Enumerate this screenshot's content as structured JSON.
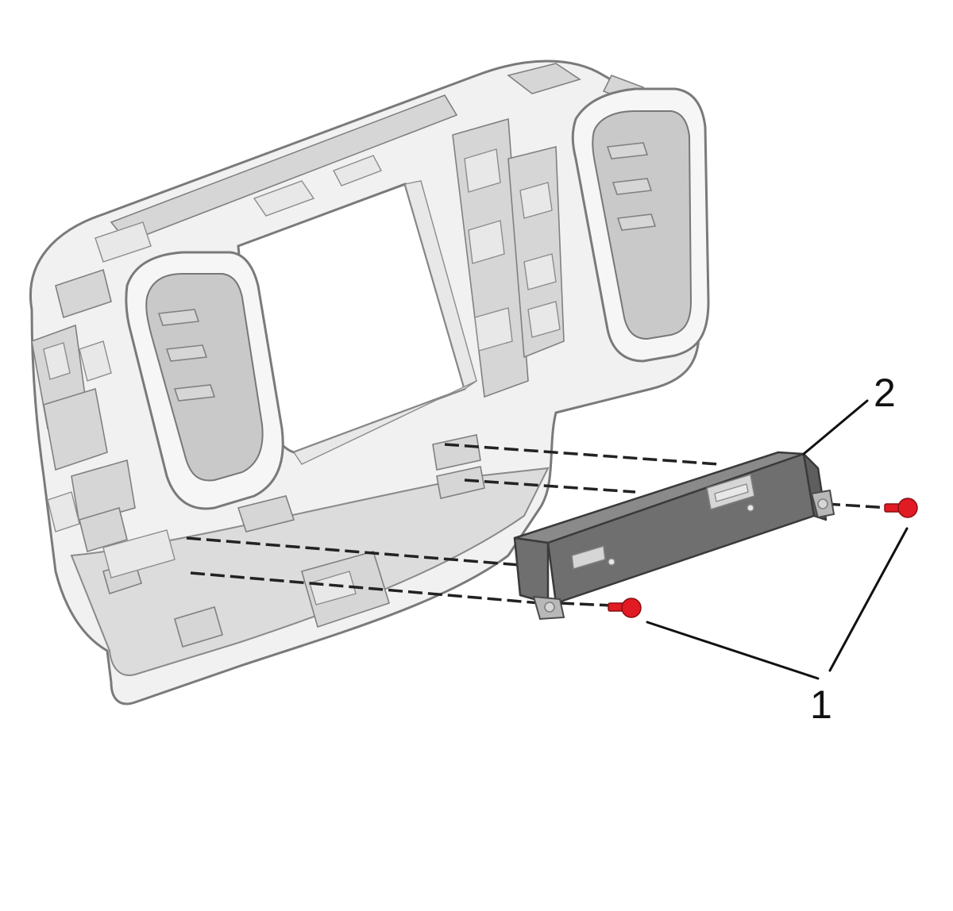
{
  "callouts": [
    {
      "id": "1",
      "label": "1",
      "target": "fasteners"
    },
    {
      "id": "2",
      "label": "2",
      "target": "module"
    }
  ],
  "colors": {
    "fastener": "#e01b24",
    "module": "#6f6f6f",
    "bezel": "#f1f1f1",
    "outline": "#7a7a7a"
  }
}
